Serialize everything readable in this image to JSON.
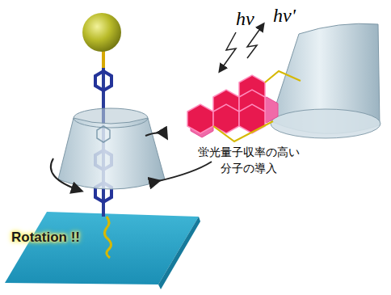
{
  "diagram": {
    "labels": [
      "hν",
      "hν'",
      "蛍光量子収率の高い 分子の導入",
      "Rotation !!"
    ]
  }
}
